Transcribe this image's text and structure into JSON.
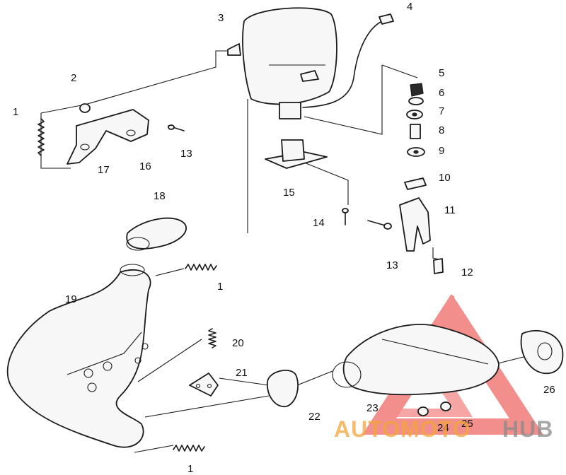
{
  "callouts": {
    "c1a": "1",
    "c2": "2",
    "c3": "3",
    "c4": "4",
    "c5": "5",
    "c6": "6",
    "c7": "7",
    "c8": "8",
    "c9": "9",
    "c10": "10",
    "c11": "11",
    "c12": "12",
    "c13a": "13",
    "c13b": "13",
    "c14": "14",
    "c15": "15",
    "c16": "16",
    "c17": "17",
    "c18": "18",
    "c19": "19",
    "c1b": "1",
    "c20": "20",
    "c21": "21",
    "c22": "22",
    "c23": "23",
    "c24": "24",
    "c25": "25",
    "c26": "26",
    "c1c": "1"
  },
  "watermark": {
    "part1": "AUTOMOTO",
    "part2": "HUB",
    "color_primary": "#f2a53a",
    "color_secondary": "#8a8a8a",
    "triangle_color": "#e8322e"
  }
}
